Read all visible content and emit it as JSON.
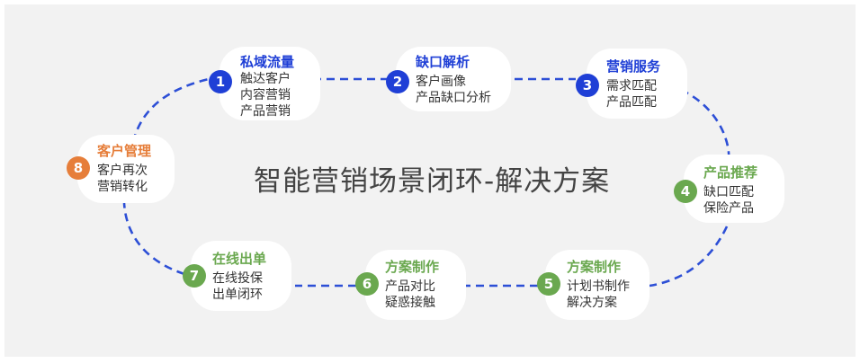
{
  "title": "智能营销场景闭环-解决方案",
  "colors": {
    "blue": "#1f3fd6",
    "green": "#6aa84f",
    "orange": "#e67e3a",
    "dash": "#2d4fd6",
    "panel": "#f2f2f2",
    "card": "#ffffff"
  },
  "steps": [
    {
      "num": "1",
      "title": "私域流量",
      "lines": [
        "触达客户",
        "内容营销",
        "产品营销"
      ],
      "color": "blue"
    },
    {
      "num": "2",
      "title": "缺口解析",
      "lines": [
        "客户画像",
        "产品缺口分析"
      ],
      "color": "blue"
    },
    {
      "num": "3",
      "title": "营销服务",
      "lines": [
        "需求匹配",
        "产品匹配"
      ],
      "color": "blue"
    },
    {
      "num": "4",
      "title": "产品推荐",
      "lines": [
        "缺口匹配",
        "保险产品"
      ],
      "color": "green"
    },
    {
      "num": "5",
      "title": "方案制作",
      "lines": [
        "计划书制作",
        "解决方案"
      ],
      "color": "green"
    },
    {
      "num": "6",
      "title": "方案制作",
      "lines": [
        "产品对比",
        "疑惑接触"
      ],
      "color": "green"
    },
    {
      "num": "7",
      "title": "在线出单",
      "lines": [
        "在线投保",
        "出单闭环"
      ],
      "color": "green"
    },
    {
      "num": "8",
      "title": "客户管理",
      "lines": [
        "客户再次",
        "营销转化"
      ],
      "color": "orange"
    }
  ]
}
